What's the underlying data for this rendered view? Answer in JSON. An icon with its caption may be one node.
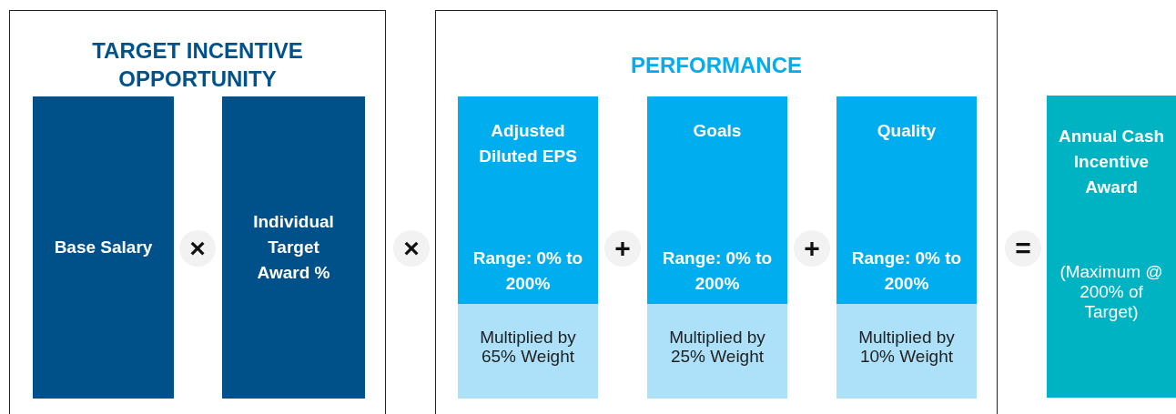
{
  "diagram": {
    "nodes": [
      {
        "text": [
          "TARGET INCENTIVE OPPORTUNITY"
        ]
      },
      {
        "text": [
          "Base Salary"
        ],
        "in": 0
      },
      {
        "text": [
          "Individual Target Award %"
        ],
        "in": 0
      },
      {
        "text": [
          "PERFORMANCE"
        ]
      },
      {
        "text": [
          "Adjusted Diluted EPS",
          "Range: 0% to 200%",
          "Multiplied by 65% Weight"
        ],
        "in": 3
      },
      {
        "text": [
          "Goals",
          "Range: 0% to 200%",
          "Multiplied by 25% Weight"
        ],
        "in": 3
      },
      {
        "text": [
          "Quality",
          "Range: 0% to 200%",
          "Multiplied by 10% Weight"
        ],
        "in": 3
      },
      {
        "text": [
          "Annual Cash Incentive Award",
          "(Maximum @ 200% of Target)"
        ]
      }
    ],
    "edges": [],
    "labels": [
      "×",
      "×",
      "+",
      "+",
      "="
    ]
  }
}
